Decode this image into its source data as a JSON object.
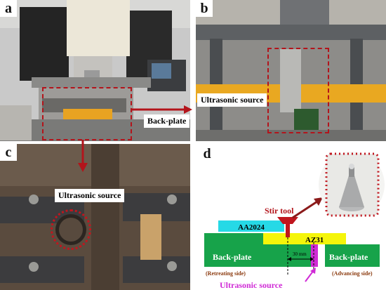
{
  "panels": {
    "a": {
      "label": "a",
      "callout_backplate": "Back-plate"
    },
    "b": {
      "label": "b",
      "callout_ultrasonic": "Ultrasonic source"
    },
    "c": {
      "label": "c",
      "callout_ultrasonic": "Ultrasonic source"
    },
    "d": {
      "label": "d",
      "stir_tool": "Stir tool",
      "aa2024": "AA2024",
      "az31": "AZ31",
      "backplate_left": "Back-plate",
      "backplate_right": "Back-plate",
      "retreating": "(Retreating side)",
      "advancing": "(Advancing side)",
      "distance": "30 mm",
      "ultrasonic": "Ultrasonic source"
    }
  },
  "colors": {
    "annotation_red": "#b3141b",
    "aa2024_cyan": "#26d9e6",
    "az31_yellow": "#f5f50a",
    "backplate_green": "#17a34a",
    "tool_red": "#c0161e",
    "ultrasonic_magenta": "#d02bd6",
    "label_brown": "#8b3a0e"
  }
}
